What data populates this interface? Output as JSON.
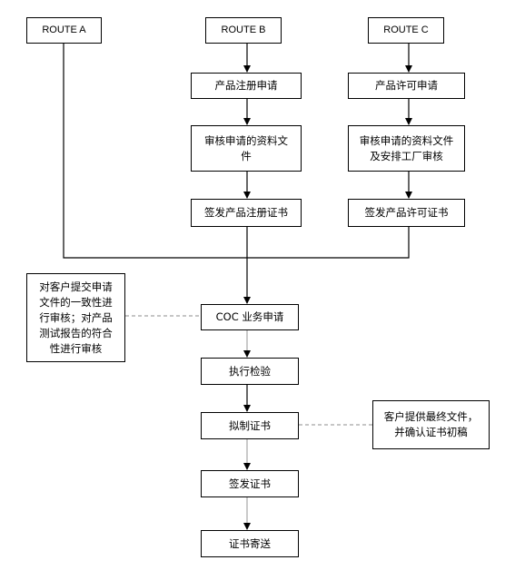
{
  "routes": {
    "a": "ROUTE A",
    "b": "ROUTE B",
    "c": "ROUTE C"
  },
  "route_b": {
    "step1": "产品注册申请",
    "step2": "审核申请的资料文\n件",
    "step3": "签发产品注册证书"
  },
  "route_c": {
    "step1": "产品许可申请",
    "step2": "审核申请的资料文件\n及安排工厂审核",
    "step3": "签发产品许可证书"
  },
  "main": {
    "coc": "COC 业务申请",
    "inspect": "执行检验",
    "draft": "拟制证书",
    "issue": "签发证书",
    "mail": "证书寄送"
  },
  "notes": {
    "left": "对客户提交申请\n文件的一致性进\n行审核；对产品\n测试报告的符合\n性进行审核",
    "right": "客户提供最终文件，\n并确认证书初稿"
  },
  "colors": {
    "line": "#000000",
    "dashed": "#8c8c8c",
    "light_arrow": "#a6a6a6"
  }
}
